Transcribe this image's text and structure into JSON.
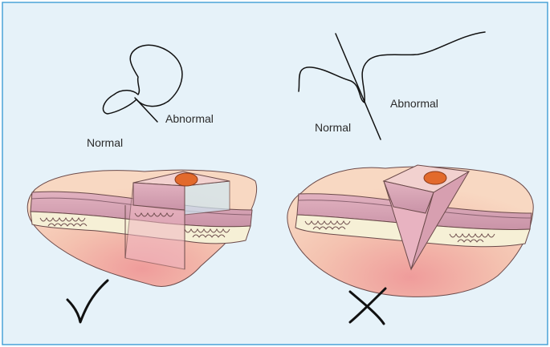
{
  "labels": {
    "left_inside": "Abnormal",
    "left_outside": "Normal",
    "right_outside": "Normal",
    "right_inside": "Abnormal"
  },
  "colors": {
    "background": "#e6f2f9",
    "frame": "#4aa3d8",
    "skin": "#f6cfb7",
    "skin_shadow": "#f1a7a2",
    "dermis": "#e8bcc6",
    "dermis_dark": "#caa0ae",
    "epidermis": "#d9a9b9",
    "fat": "#f7f1d6",
    "lesion": "#e26a2c",
    "block_face": "#efb7c2",
    "block_top": "#f2d1cf",
    "glass": "#cfe8f3"
  },
  "icons": {
    "correct": "check-mark-icon",
    "incorrect": "cross-mark-icon"
  }
}
